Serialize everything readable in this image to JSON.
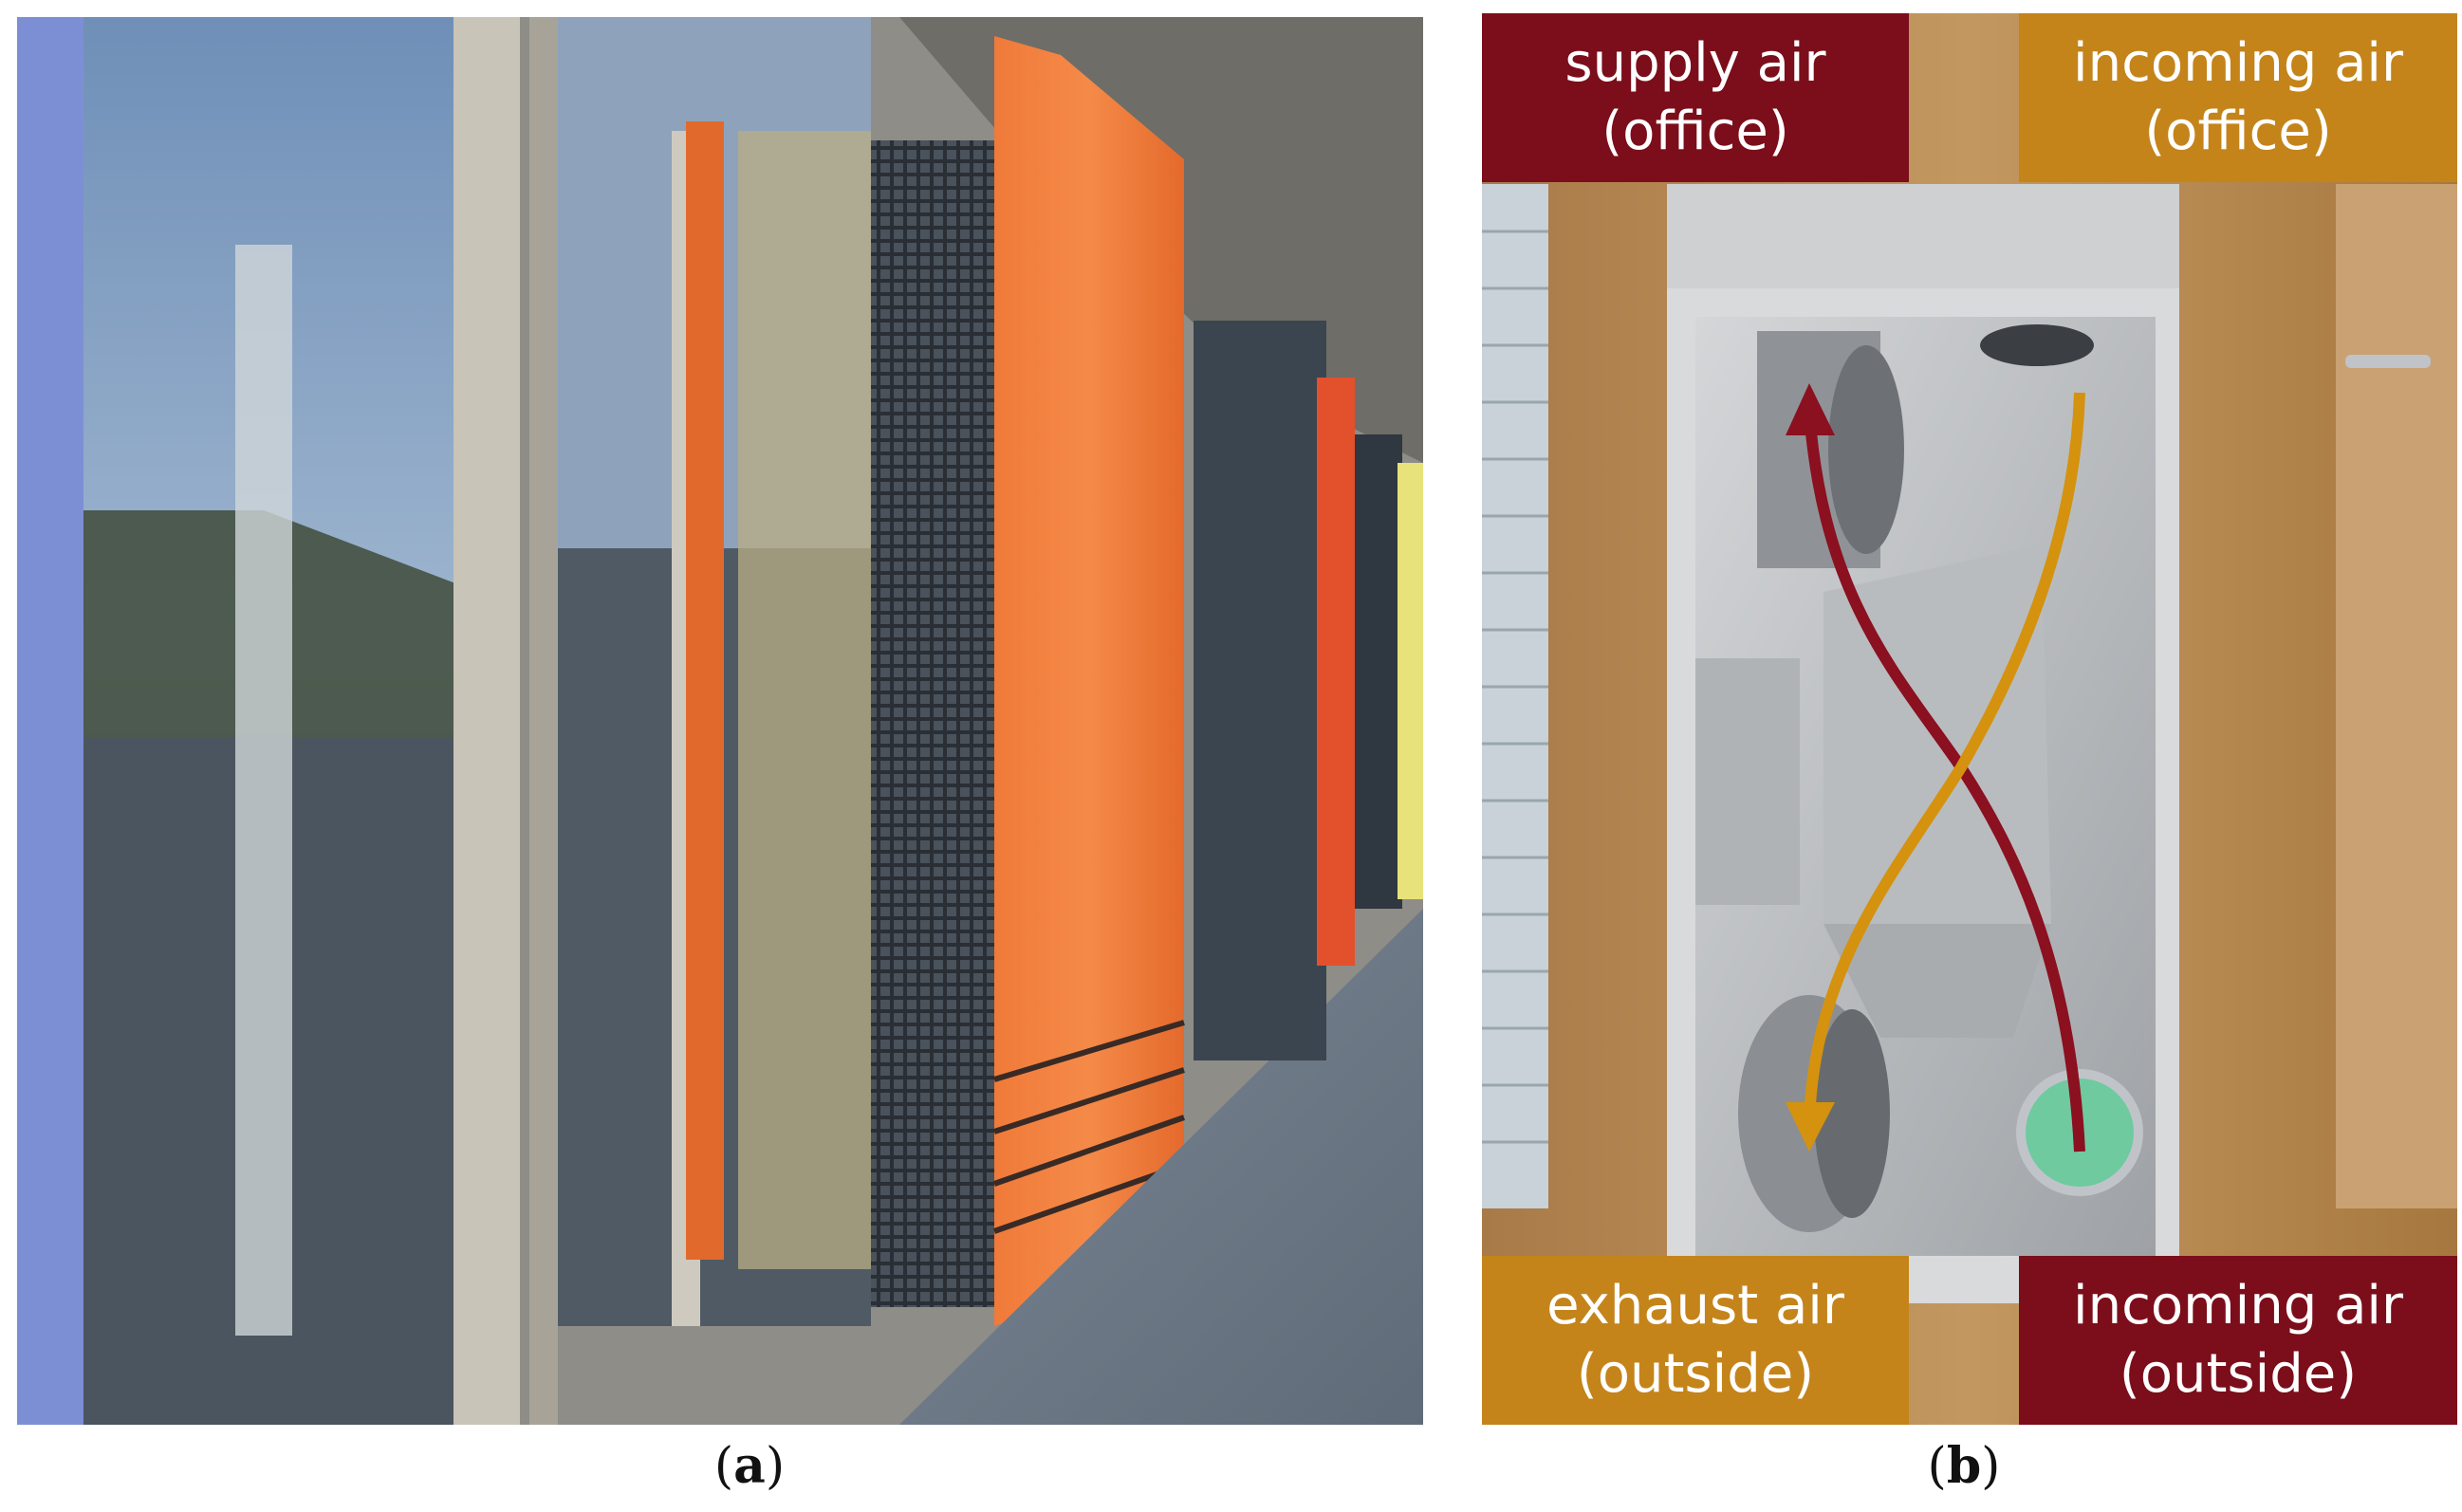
{
  "figure": {
    "panel_a": {
      "caption_letter": "a"
    },
    "panel_b": {
      "caption_letter": "b",
      "labels": {
        "supply_air_office": {
          "line1": "supply air",
          "line2": "(office)",
          "color": "#7b0e1a"
        },
        "incoming_air_office": {
          "line1": "incoming air",
          "line2": "(office)",
          "color": "#c4841a"
        },
        "exhaust_air_outside": {
          "line1": "exhaust air",
          "line2": "(outside)",
          "color": "#c4841a"
        },
        "incoming_air_outside": {
          "line1": "incoming air",
          "line2": "(outside)",
          "color": "#7b0e1a"
        }
      },
      "arrow_colors": {
        "supply": "#8b1020",
        "exhaust": "#d4920e"
      }
    }
  }
}
